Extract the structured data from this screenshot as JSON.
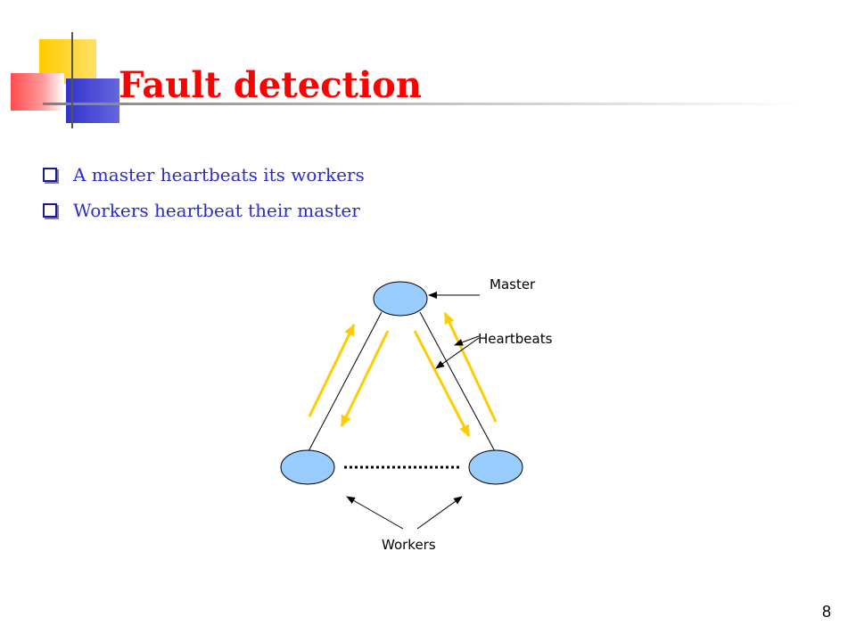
{
  "slide": {
    "title": "Fault detection",
    "bullets": [
      "A master heartbeats its workers",
      "Workers heartbeat their master"
    ],
    "page_number": "8"
  },
  "diagram": {
    "labels": {
      "master": "Master",
      "heartbeats": "Heartbeats",
      "workers": "Workers"
    },
    "colors": {
      "node_fill": "#99ccff",
      "heartbeat_arrow": "#ffcc00",
      "title_red": "#ff0000",
      "bullet_text": "#2b2bc8"
    }
  }
}
